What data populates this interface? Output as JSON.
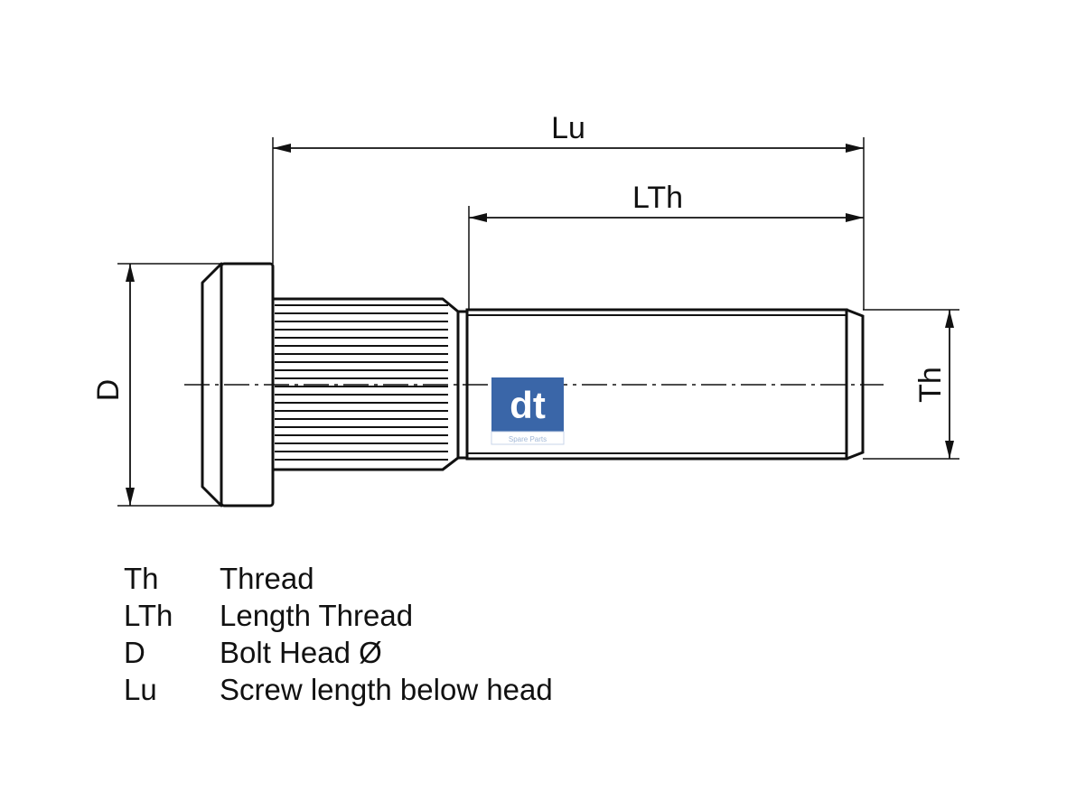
{
  "dimensions": {
    "lu": "Lu",
    "lth": "LTh",
    "d": "D",
    "th": "Th"
  },
  "logo": {
    "mark": "dt",
    "subtitle": "Spare Parts",
    "color": "#3a66a8"
  },
  "legend": [
    {
      "symbol": "Th",
      "meaning": "Thread"
    },
    {
      "symbol": "LTh",
      "meaning": "Length Thread"
    },
    {
      "symbol": "D",
      "meaning": "Bolt Head Ø"
    },
    {
      "symbol": "Lu",
      "meaning": "Screw length below head"
    }
  ]
}
